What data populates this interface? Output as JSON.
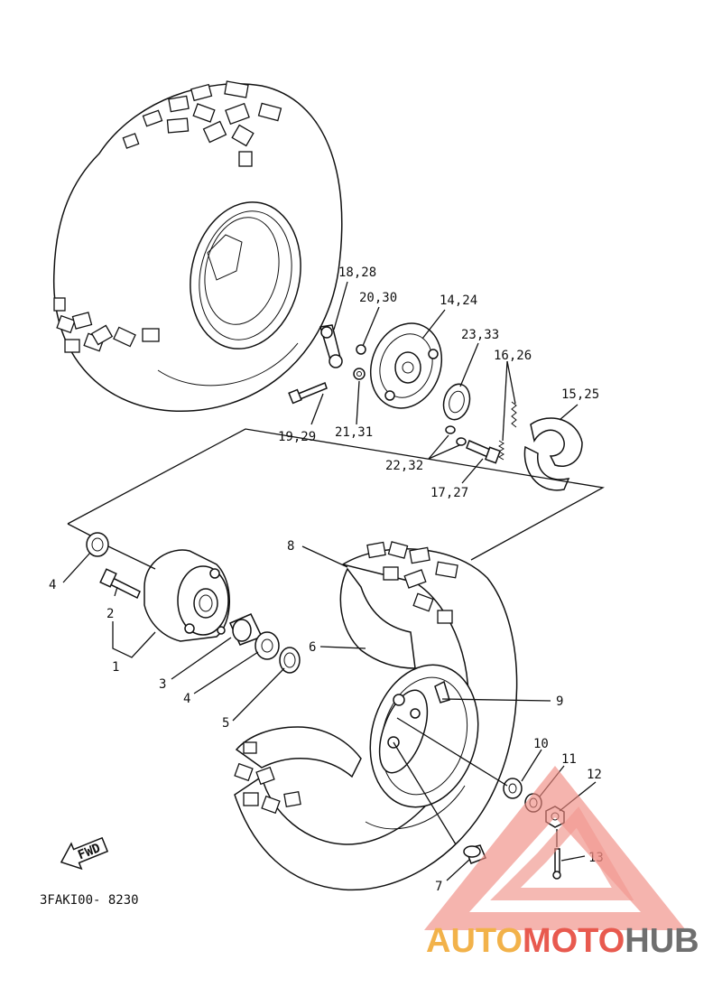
{
  "diagram": {
    "part_labels": {
      "p1": "1",
      "p2": "2",
      "p3": "3",
      "p4a": "4",
      "p4b": "4",
      "p5": "5",
      "p6": "6",
      "p7": "7",
      "p8": "8",
      "p9": "9",
      "p10": "10",
      "p11": "11",
      "p12": "12",
      "p13": "13",
      "p14_24": "14,24",
      "p15_25": "15,25",
      "p16_26": "16,26",
      "p17_27": "17,27",
      "p18_28": "18,28",
      "p19_29": "19,29",
      "p20_30": "20,30",
      "p21_31": "21,31",
      "p22_32": "22,32",
      "p23_33": "23,33"
    },
    "fwd_arrow": "FWD",
    "drawing_code": "3FAKI00- 8230"
  },
  "watermark": {
    "part1": "AUTO",
    "part2": "MOTO",
    "part3": "HUB",
    "colors": {
      "auto": "#f2b24a",
      "moto": "#e85a4f",
      "hub": "#6f6f6f",
      "triangle": "#f08a80"
    }
  }
}
